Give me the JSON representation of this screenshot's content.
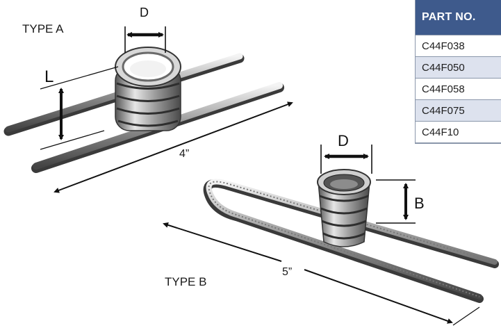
{
  "table": {
    "header": "PART NO.",
    "rows": [
      "C44F038",
      "C44F050",
      "C44F058",
      "C44F075",
      "C44F10"
    ]
  },
  "type_a": {
    "title": "TYPE A",
    "dim_d": "D",
    "dim_l": "L",
    "length": "4”"
  },
  "type_b": {
    "title": "TYPE B",
    "dim_d": "D",
    "dim_b": "B",
    "length": "5”"
  },
  "colors": {
    "table_header": "#3e5a8c",
    "table_stripe": "#dde2ee"
  }
}
